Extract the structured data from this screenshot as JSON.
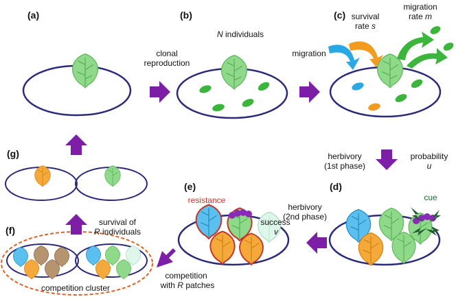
{
  "panels": {
    "a": "(a)",
    "b": "(b)",
    "c": "(c)",
    "d": "(d)",
    "e": "(e)",
    "f": "(f)",
    "g": "(g)"
  },
  "labels": {
    "clonal_line1": "clonal",
    "clonal_line2": "reproduction",
    "n_individuals": "N individuals",
    "migration": "migration",
    "survival_line1": "survival",
    "survival_line2": "rate s",
    "migration_rate_line1": "migration",
    "migration_rate_line2": "rate m",
    "herb1_line1": "herbivory",
    "herb1_line2": "(1st phase)",
    "probability_line1": "probability",
    "probability_line2": "u",
    "cue": "cue",
    "herb2_line1": "herbivory",
    "herb2_line2": "(2nd phase)",
    "resistance": "resistance",
    "success_line1": "success",
    "success_line2": "v",
    "competition_line1": "competition",
    "competition_line2": "with R patches",
    "competition_cluster": "competition cluster",
    "survival_r_line1": "survival of",
    "survival_r_line2": "R individuals"
  },
  "colors": {
    "ring": "#2b2a7a",
    "arrow": "#7d1fa6",
    "plant_green": "#7fd07a",
    "plant_blue": "#2aa8e6",
    "plant_orange": "#f29b1e",
    "plant_brown": "#a8825a",
    "plant_pale": "#bff0d4",
    "propagule_green": "#3cb53c",
    "resist_outline": "#c0392b",
    "cue_text": "#1f6b3a",
    "dashed": "#e06020"
  }
}
